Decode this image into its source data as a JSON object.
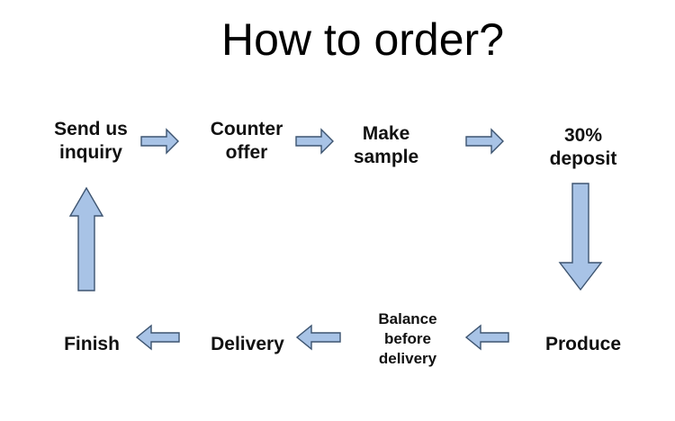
{
  "title": "How to order?",
  "steps": {
    "send_inquiry": "Send us\ninquiry",
    "counter_offer": "Counter\noffer",
    "make_sample": "Make\nsample",
    "deposit": "30%\ndeposit",
    "produce": "Produce",
    "balance": "Balance\nbefore\ndelivery",
    "delivery": "Delivery",
    "finish": "Finish"
  },
  "colors": {
    "arrow_fill": "#a8c3e6",
    "arrow_stroke": "#3d5470"
  }
}
